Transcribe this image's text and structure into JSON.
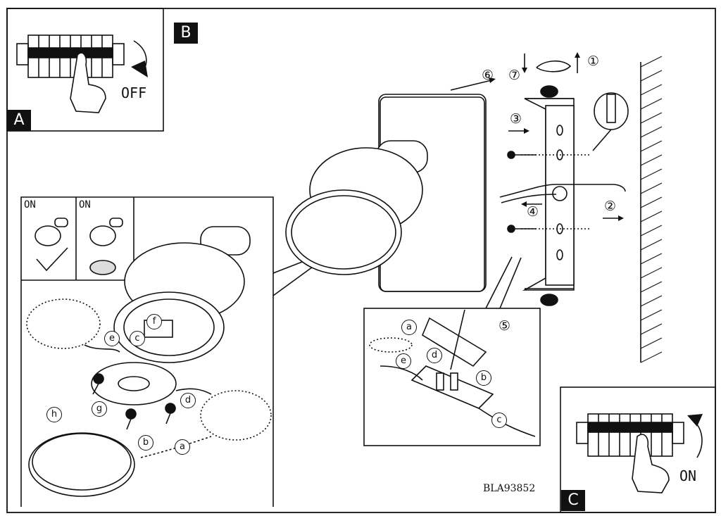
{
  "panels": {
    "a": {
      "tag": "A",
      "state": "OFF"
    },
    "b": {
      "tag": "B"
    },
    "c": {
      "tag": "C",
      "state": "ON"
    }
  },
  "lamp_options": {
    "left": "ON",
    "right": "ON"
  },
  "steps": [
    "①",
    "②",
    "③",
    "④",
    "⑤",
    "⑥",
    "⑦"
  ],
  "letters": {
    "a": "a",
    "b": "b",
    "c": "c",
    "d": "d",
    "e": "e",
    "f": "f",
    "g": "g",
    "h": "h"
  },
  "product_code": "BLA93852"
}
